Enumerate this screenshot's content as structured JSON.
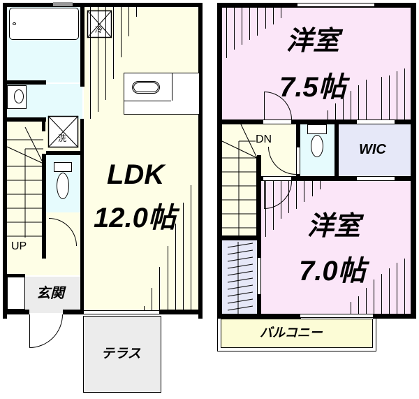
{
  "floor1": {
    "ldk": {
      "name": "LDK",
      "size": "12.0帖"
    },
    "entrance": {
      "name": "玄関"
    },
    "terrace": {
      "name": "テラス"
    },
    "stairs": {
      "direction": "UP"
    },
    "fridge_mark": "冷",
    "washer_mark": "洗"
  },
  "floor2": {
    "bedroom1": {
      "name": "洋室",
      "size": "7.5帖"
    },
    "bedroom2": {
      "name": "洋室",
      "size": "7.0帖"
    },
    "closet": {
      "name": "WIC"
    },
    "balcony": {
      "name": "バルコニー"
    },
    "stairs": {
      "direction": "DN"
    }
  },
  "colors": {
    "ldk": "#fefee6",
    "wet_area": "#e6fbfd",
    "bedroom": "#fbe6f8",
    "wic": "#e6e8f8",
    "entrance": "#ececec",
    "balcony": "#fcfcd6",
    "wall": "#000000"
  }
}
